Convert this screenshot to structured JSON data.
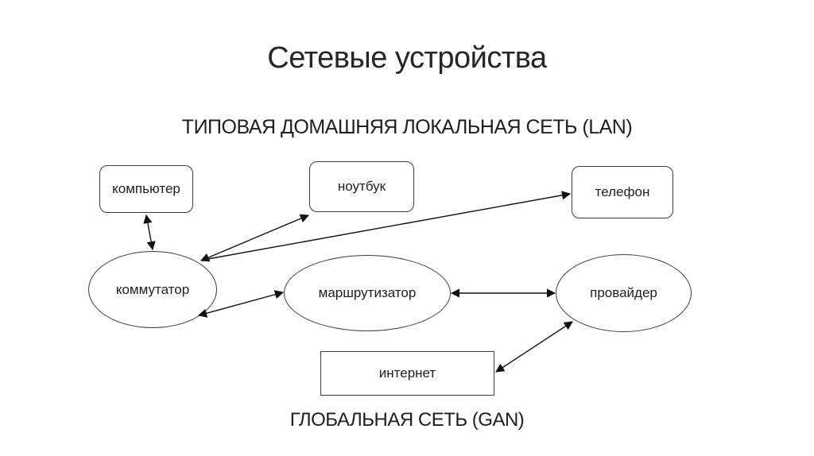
{
  "title": "Сетевые устройства",
  "subtitle": "ТИПОВАЯ ДОМАШНЯЯ ЛОКАЛЬНАЯ СЕТЬ (LAN)",
  "footer": "ГЛОБАЛЬНАЯ СЕТЬ (GAN)",
  "colors": {
    "background": "#ffffff",
    "text": "#262626",
    "shape_outline": "#3d3d3d",
    "connector": "#111111"
  },
  "nodes": {
    "computer": {
      "label": "компьютер",
      "shape": "rounded-rectangle"
    },
    "laptop": {
      "label": "ноутбук",
      "shape": "rounded-rectangle"
    },
    "phone": {
      "label": "телефон",
      "shape": "rounded-rectangle"
    },
    "switch": {
      "label": "коммутатор",
      "shape": "ellipse"
    },
    "router": {
      "label": "маршрутизатор",
      "shape": "ellipse"
    },
    "provider": {
      "label": "провайдер",
      "shape": "ellipse"
    },
    "internet": {
      "label": "интернет",
      "shape": "rectangle"
    }
  },
  "edges": [
    {
      "from": "switch",
      "to": "computer",
      "arrows": "both"
    },
    {
      "from": "switch",
      "to": "laptop",
      "arrows": "both"
    },
    {
      "from": "switch",
      "to": "phone",
      "arrows": "to"
    },
    {
      "from": "switch",
      "to": "router",
      "arrows": "both"
    },
    {
      "from": "router",
      "to": "provider",
      "arrows": "both"
    },
    {
      "from": "internet",
      "to": "provider",
      "arrows": "both"
    }
  ]
}
